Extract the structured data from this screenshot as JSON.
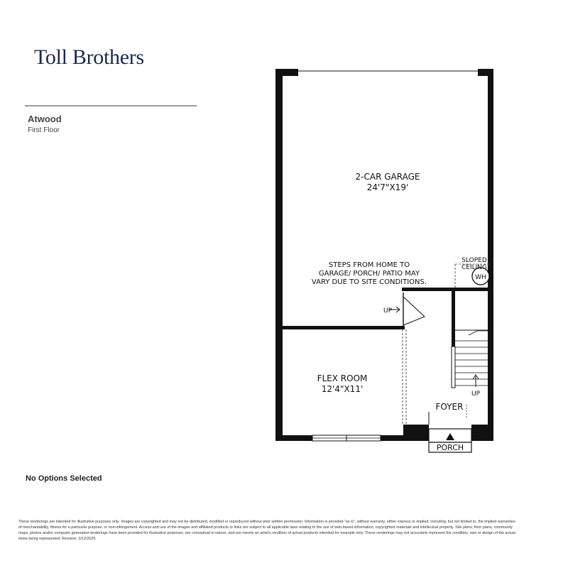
{
  "brand": {
    "name": "Toll Brothers"
  },
  "plan": {
    "name": "Atwood",
    "floor": "First Floor"
  },
  "rooms": {
    "garage": {
      "name": "2-CAR GARAGE",
      "dims": "24'7\"X19'"
    },
    "flex": {
      "name": "FLEX ROOM",
      "dims": "12'4\"X11'"
    },
    "foyer": "FOYER",
    "porch": "PORCH"
  },
  "notes": {
    "steps": [
      "STEPS FROM HOME TO",
      "GARAGE/ PORCH/ PATIO MAY",
      "VARY DUE TO SITE CONDITIONS."
    ],
    "sloped": [
      "SLOPED",
      "CEILING"
    ],
    "wh": "WH",
    "up_garage": "UP",
    "up_stairs": "UP"
  },
  "options_text": "No Options Selected",
  "disclaimer": "These renderings are intended for illustrative purposes only. Images are copyrighted and may not be distributed, modified or reproduced without prior written permission. Information is provided \"as is\", without warranty, either express or implied, including, but not limited to, the implied warranties of merchantability, fitness for a particular purpose, or non-infringement. Access and use of the images and affiliated products or links are subject to all applicable laws relating to the use of web-based information, copyrighted materials and intellectual property. Site plans, floor plans, community maps, photos and/or computer generated renderings have been provided for illustrative purposes, are conceptual in nature, and are merely an artist's rendition of actual products intended for example only. These renderings may not accurately represent the condition, size or design of the actual items being represented. Revision: 3/12/2025"
}
